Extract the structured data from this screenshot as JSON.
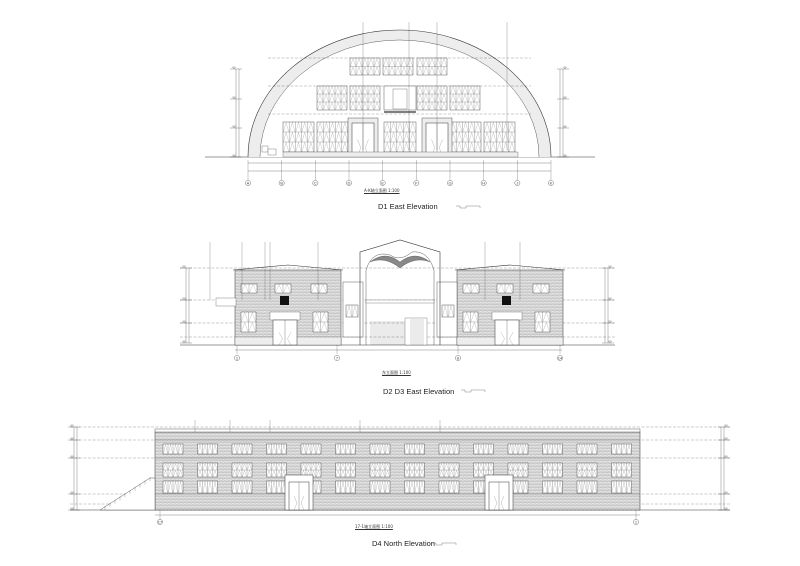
{
  "drawings": [
    {
      "id": "D1",
      "title": "D1   East Elevation",
      "subtitle": "A-K轴立面图 1:100",
      "axes": [
        "A",
        "B",
        "C",
        "D",
        "E",
        "F",
        "G",
        "H",
        "J",
        "K"
      ]
    },
    {
      "id": "D2D3",
      "title": "D2 D3  East Elevation",
      "subtitle": "东立面图 1:100",
      "axes": [
        "1",
        "7",
        "8",
        "14"
      ]
    },
    {
      "id": "D4",
      "title": "D4  North Elevation",
      "subtitle": "17-1轴立面图 1:100",
      "axes": [
        "17",
        "1"
      ]
    }
  ],
  "colors": {
    "line": "#333333",
    "hatch": "#bbbbbb",
    "background": "#ffffff"
  }
}
